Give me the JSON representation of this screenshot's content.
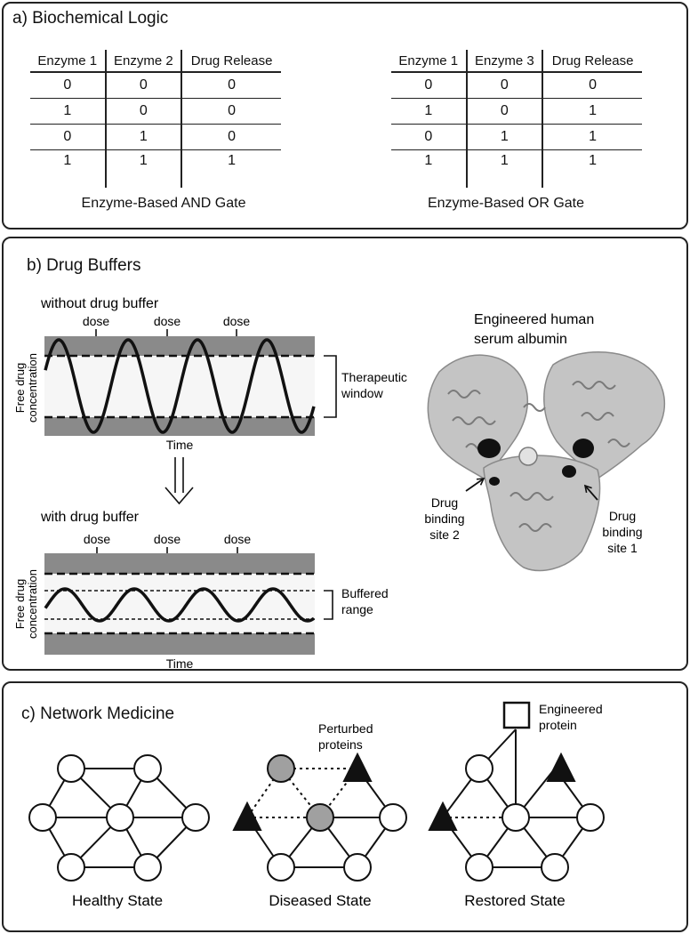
{
  "panel_a": {
    "title": "a) Biochemical Logic",
    "and_gate": {
      "headers": [
        "Enzyme 1",
        "Enzyme 2",
        "Drug Release"
      ],
      "rows": [
        [
          "0",
          "0",
          "0"
        ],
        [
          "1",
          "0",
          "0"
        ],
        [
          "0",
          "1",
          "0"
        ],
        [
          "1",
          "1",
          "1"
        ]
      ],
      "caption": "Enzyme-Based AND Gate"
    },
    "or_gate": {
      "headers": [
        "Enzyme 1",
        "Enzyme 3",
        "Drug Release"
      ],
      "rows": [
        [
          "0",
          "0",
          "0"
        ],
        [
          "1",
          "0",
          "1"
        ],
        [
          "0",
          "1",
          "1"
        ],
        [
          "1",
          "1",
          "1"
        ]
      ],
      "caption": "Enzyme-Based OR Gate"
    }
  },
  "panel_b": {
    "title": "b) Drug Buffers",
    "top_plot": {
      "label": "without drug buffer",
      "dose_labels": [
        "dose",
        "dose",
        "dose"
      ],
      "ylabel_line1": "Free drug",
      "ylabel_line2": "concentration",
      "xlabel": "Time",
      "bracket_line1": "Therapeutic",
      "bracket_line2": "window"
    },
    "bottom_plot": {
      "label": "with drug buffer",
      "dose_labels": [
        "dose",
        "dose",
        "dose"
      ],
      "ylabel_line1": "Free drug",
      "ylabel_line2": "concentration",
      "xlabel": "Time",
      "bracket_line1": "Buffered",
      "bracket_line2": "range"
    },
    "protein": {
      "title_line1": "Engineered human",
      "title_line2": "serum albumin",
      "site2": [
        "Drug",
        "binding",
        "site 2"
      ],
      "site1": [
        "Drug",
        "binding",
        "site 1"
      ]
    }
  },
  "panel_c": {
    "title": "c) Network Medicine",
    "healthy_caption": "Healthy State",
    "diseased_caption": "Diseased State",
    "restored_caption": "Restored State",
    "perturbed_label": [
      "Perturbed",
      "proteins"
    ],
    "engineered_label": [
      "Engineered",
      "protein"
    ]
  },
  "colors": {
    "band_gray": "#8a8a8a",
    "window_fill": "#f6f6f6",
    "perturbed_fill": "#a0a0a0",
    "line": "#111111"
  }
}
